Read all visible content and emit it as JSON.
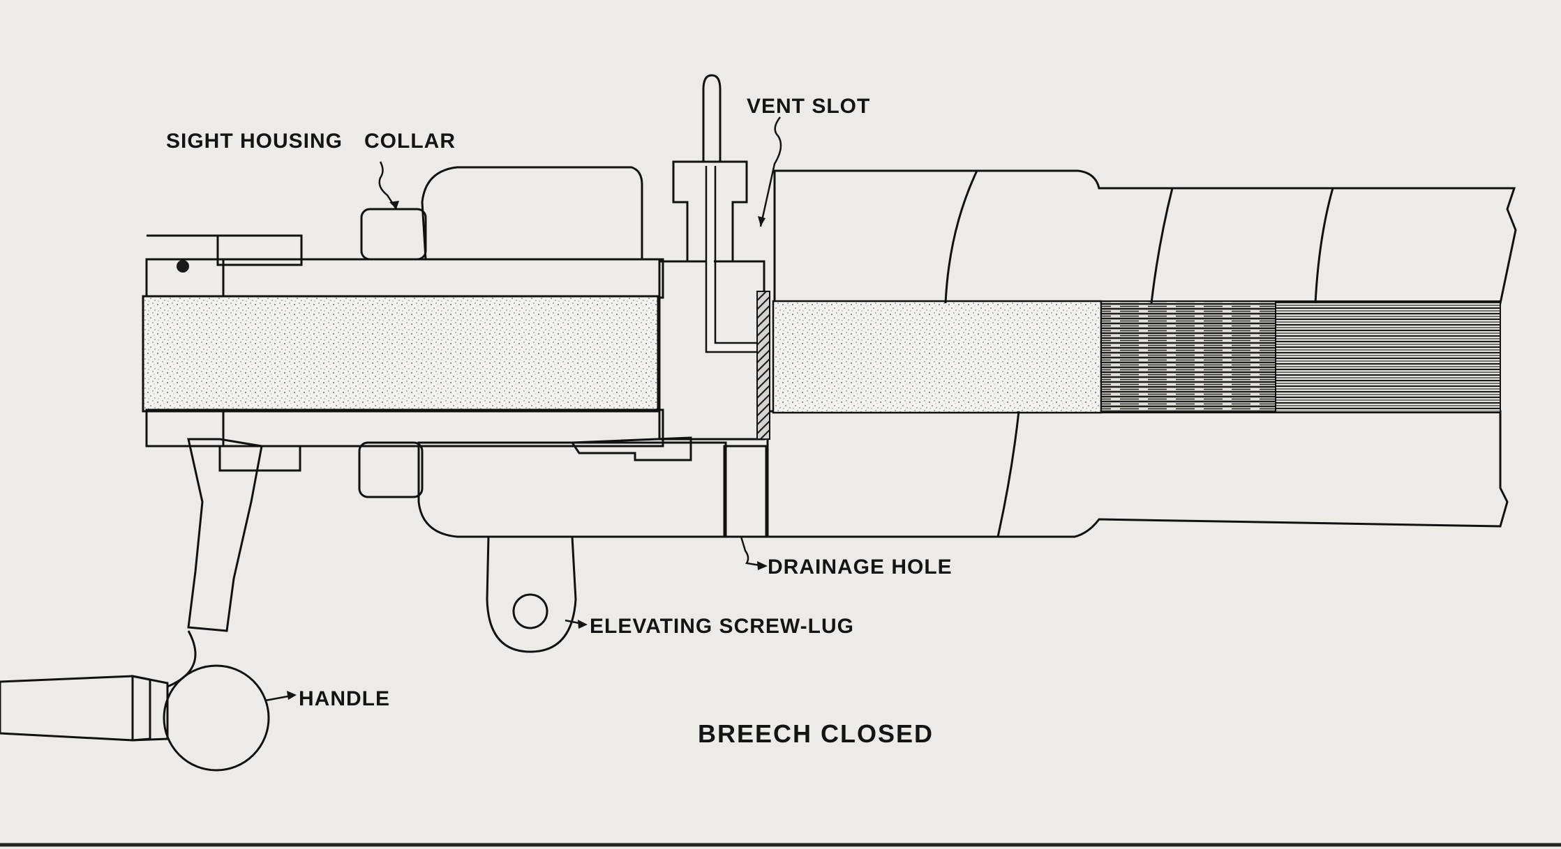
{
  "figure": {
    "title": "BREECH CLOSED",
    "labels": {
      "sight_housing": "SIGHT HOUSING",
      "collar": "COLLAR",
      "vent_slot": "VENT SLOT",
      "drainage_hole": "DRAINAGE HOLE",
      "elevating_screw_lug": "ELEVATING SCREW-LUG",
      "handle": "HANDLE"
    }
  },
  "colors": {
    "paper": "#ecebe8",
    "ink": "#141414",
    "bore_fill": "#f3f2ee"
  }
}
